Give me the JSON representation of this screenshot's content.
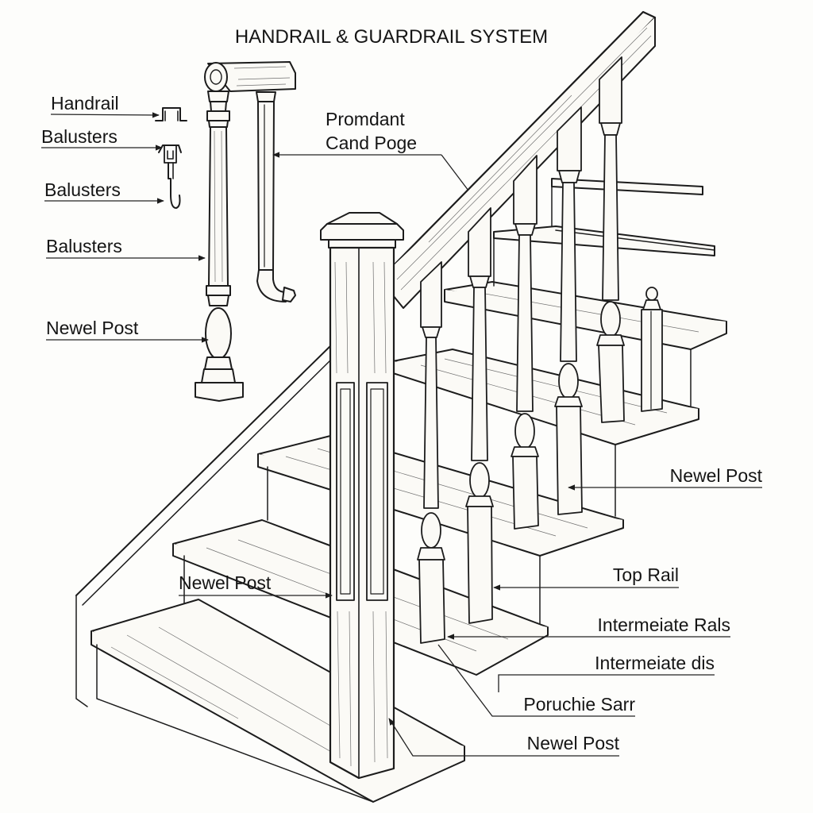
{
  "title": "HANDRAIL & GUARDRAIL SYSTEM",
  "labels": {
    "handrail": "Handrail",
    "balusters_1": "Balusters",
    "balusters_2": "Balusters",
    "balusters_3": "Balusters",
    "newel_post_left": "Newel Post",
    "promdant_line1": "Promdant",
    "promdant_line2": "Cand Poge",
    "newel_post_right": "Newel Post",
    "newel_post_mid": "Newel Post",
    "top_rail": "Top Rail",
    "intermediate_rails": "Intermeiate Rals",
    "intermediate_dis": "Intermeiate dis",
    "pruchie_sarr": "Poruchie Sarr",
    "newel_post_bottom": "Newel Post"
  }
}
